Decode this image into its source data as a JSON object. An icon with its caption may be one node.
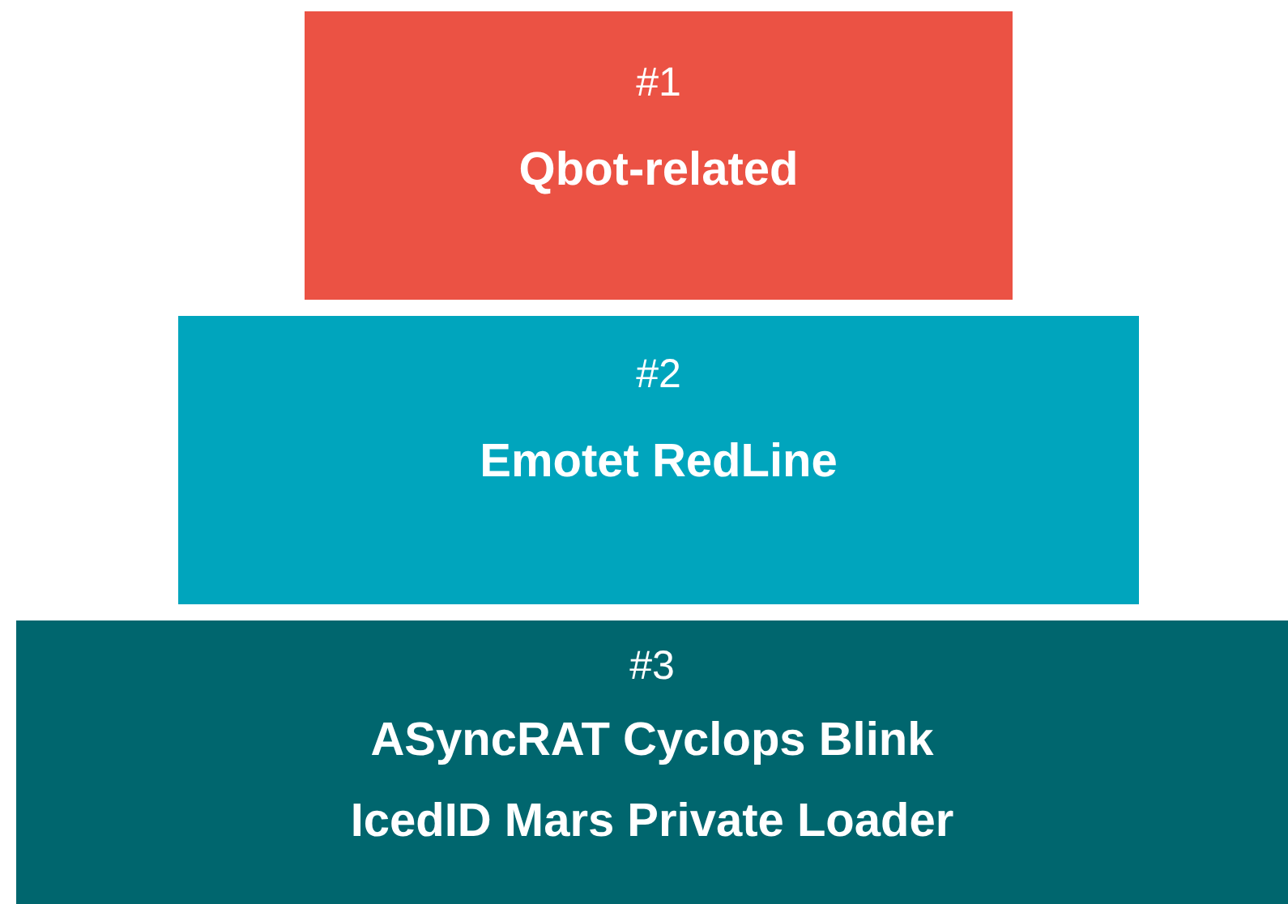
{
  "diagram": {
    "nodes": [
      {
        "text": [
          "#1",
          "Qbot-related"
        ]
      },
      {
        "text": [
          "#2",
          "Emotet RedLine"
        ]
      },
      {
        "text": [
          "#3",
          "ASyncRAT Cyclops Blink",
          "IcedID Mars Private Loader"
        ]
      }
    ]
  }
}
